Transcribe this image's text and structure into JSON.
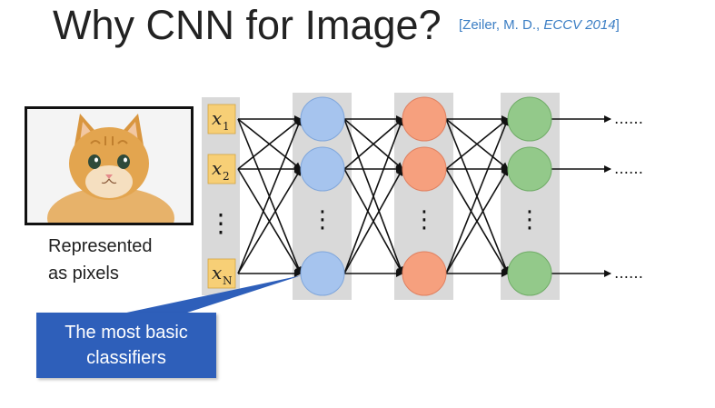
{
  "slide": {
    "title": "Why CNN for Image?",
    "citation": {
      "open": "[Zeiler, M. D., ",
      "venue": "ECCV 2014",
      "close": "]"
    }
  },
  "image": {
    "description_icon": "kitten-photo",
    "caption_line1": "Represented",
    "caption_line2": "as pixels"
  },
  "inputs": {
    "items": [
      {
        "var": "x",
        "sub": "1"
      },
      {
        "var": "x",
        "sub": "2"
      },
      {
        "var": "x",
        "sub": "N"
      }
    ],
    "ellipsis": "⋮"
  },
  "layers": [
    {
      "color": "#a6c4ee",
      "stroke": "#7fa6db"
    },
    {
      "color": "#f6a07e",
      "stroke": "#e08060"
    },
    {
      "color": "#93c98a",
      "stroke": "#6fab66"
    }
  ],
  "outputs": {
    "dots": "……"
  },
  "callout": {
    "text": "The most basic classifiers"
  },
  "colors": {
    "layer_bg": "#d9d9d9",
    "input_box": "#f7cf76",
    "callout_bg": "#2e5fba",
    "citation": "#3b7ec4"
  }
}
